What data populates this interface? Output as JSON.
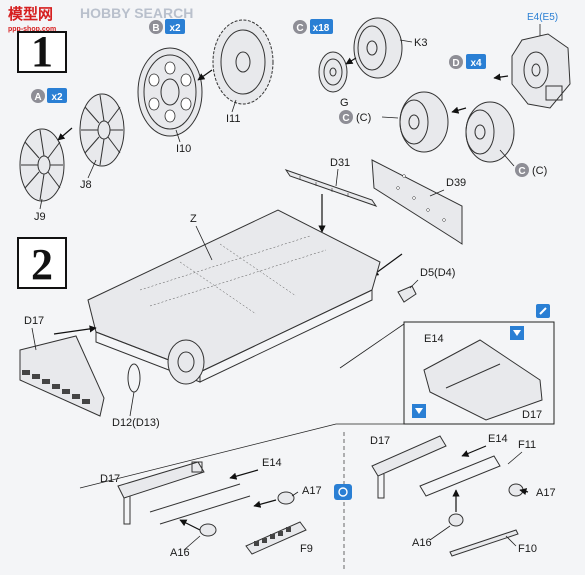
{
  "watermark": {
    "site_cn": "模型网",
    "site_en": "HOBBY SEARCH",
    "url": "ppp-shop.com"
  },
  "steps": {
    "step1": "1",
    "step2": "2"
  },
  "sprue_badges": [
    {
      "letter": "A",
      "qty": "x2"
    },
    {
      "letter": "B",
      "qty": "x2"
    },
    {
      "letter": "C",
      "qty": "x18"
    },
    {
      "letter": "D",
      "qty": "x4"
    }
  ],
  "labels": {
    "j9": "J9",
    "j8": "J8",
    "i10": "I10",
    "i11": "I11",
    "g": "G",
    "k3": "K3",
    "e4": "E4(E5)",
    "c_paren_1": "(C)",
    "c_paren_2": "(C)",
    "d31": "D31",
    "d39": "D39",
    "z": "Z",
    "d5": "D5(D4)",
    "d17_main": "D17",
    "d12": "D12(D13)",
    "e14_inset": "E14",
    "d17_inset": "D17",
    "e14_left": "E14",
    "d17_left": "D17",
    "a17_left": "A17",
    "a16_left": "A16",
    "f9": "F9",
    "d17_right": "D17",
    "e14_right": "E14",
    "f11": "F11",
    "a17_right": "A17",
    "a16_right": "A16",
    "f10": "F10"
  },
  "colors": {
    "badge": "#8e8e96",
    "accent_blue": "#2a7fd4",
    "cement": "#2a7fd4"
  },
  "icons": [
    "cement-icon",
    "glue-icon",
    "flip-view-icon"
  ]
}
